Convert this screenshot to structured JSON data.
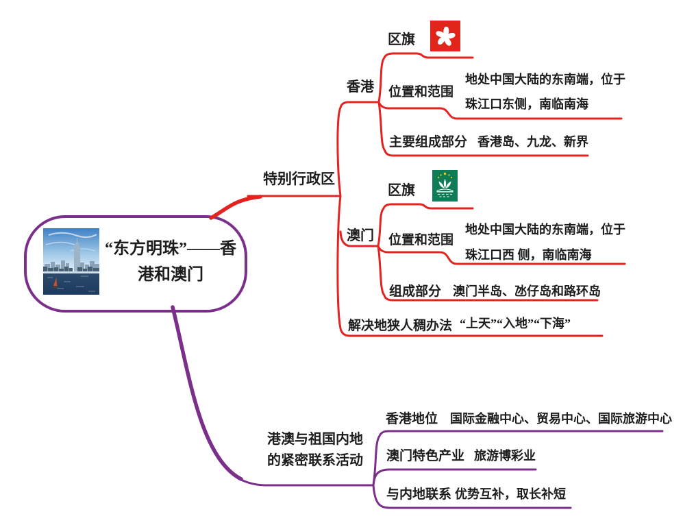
{
  "colors": {
    "branch_red": "#e2231f",
    "branch_purple": "#7b2e8a",
    "hk_flag_red": "#e1251b",
    "macau_flag_green": "#0e7c55"
  },
  "central": {
    "label": "“东方明珠”——香港和澳门",
    "image": "hong-kong-victoria-harbour-skyline-photo"
  },
  "branches": [
    {
      "label": "特别行政区",
      "children": [
        {
          "label": "香港",
          "children": [
            {
              "label": "区旗",
              "flag": "hong-kong-regional-flag"
            },
            {
              "label": "位置和范围",
              "value": "地处中国大陆的东南端，位于珠江口东侧，南临南海"
            },
            {
              "label": "主要组成部分",
              "value": "香港岛、九龙、新界"
            }
          ]
        },
        {
          "label": "澳门",
          "children": [
            {
              "label": "区旗",
              "flag": "macau-regional-flag"
            },
            {
              "label": "位置和范围",
              "value": "地处中国大陆的东南端，位于珠江口西 侧，南临南海"
            },
            {
              "label": "组成部分",
              "value": "澳门半岛、氹仔岛和路环岛"
            }
          ]
        },
        {
          "label": "解决地狭人稠办法",
          "value": "“上天”“入地”“下海”"
        }
      ]
    },
    {
      "label": "港澳与祖国内地的紧密联系活动",
      "children": [
        {
          "label": "香港地位",
          "value": "国际金融中心、贸易中心、国际旅游中心"
        },
        {
          "label": "澳门特色产业",
          "value": "旅游博彩业"
        },
        {
          "label": "与内地联系",
          "value": "优势互补，取长补短"
        }
      ]
    }
  ]
}
